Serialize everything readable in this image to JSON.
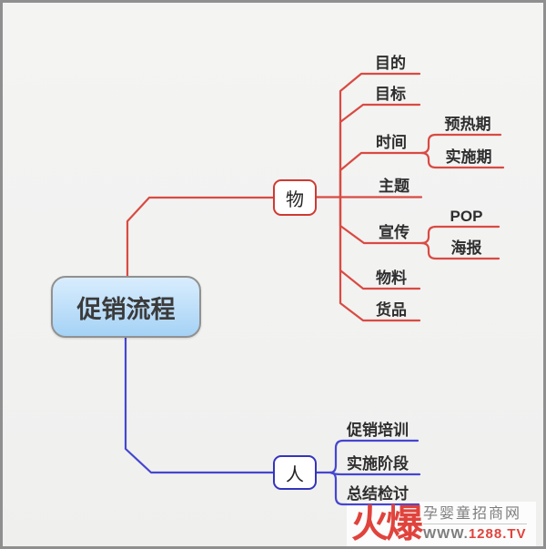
{
  "canvas": {
    "background": "#f2f2f1",
    "frame_border": "#8f8f8f"
  },
  "root": {
    "label": "促销流程",
    "fill_top": "#d9edfc",
    "fill_bottom": "#a5d2f5",
    "border_color": "#919191"
  },
  "branches": {
    "wu": {
      "label": "物",
      "color": "#d94a42",
      "node_border": "#cf3a32",
      "children": [
        {
          "label": "目的"
        },
        {
          "label": "目标"
        },
        {
          "label": "时间",
          "children": [
            {
              "label": "预热期"
            },
            {
              "label": "实施期"
            }
          ]
        },
        {
          "label": "主题"
        },
        {
          "label": "宣传",
          "children": [
            {
              "label": "POP"
            },
            {
              "label": "海报"
            }
          ]
        },
        {
          "label": "物料"
        },
        {
          "label": "货品"
        }
      ]
    },
    "ren": {
      "label": "人",
      "color": "#4646d0",
      "node_border": "#3434bd",
      "children": [
        {
          "label": "促销培训"
        },
        {
          "label": "实施阶段"
        },
        {
          "label": "总结检讨"
        }
      ]
    }
  },
  "watermark": {
    "logo": "火爆",
    "site_name": "孕婴童招商网",
    "url_gray": "WWW.",
    "url_red": "1288.TV",
    "logo_color": "#e0433c",
    "text_color": "#7d7d7d"
  }
}
